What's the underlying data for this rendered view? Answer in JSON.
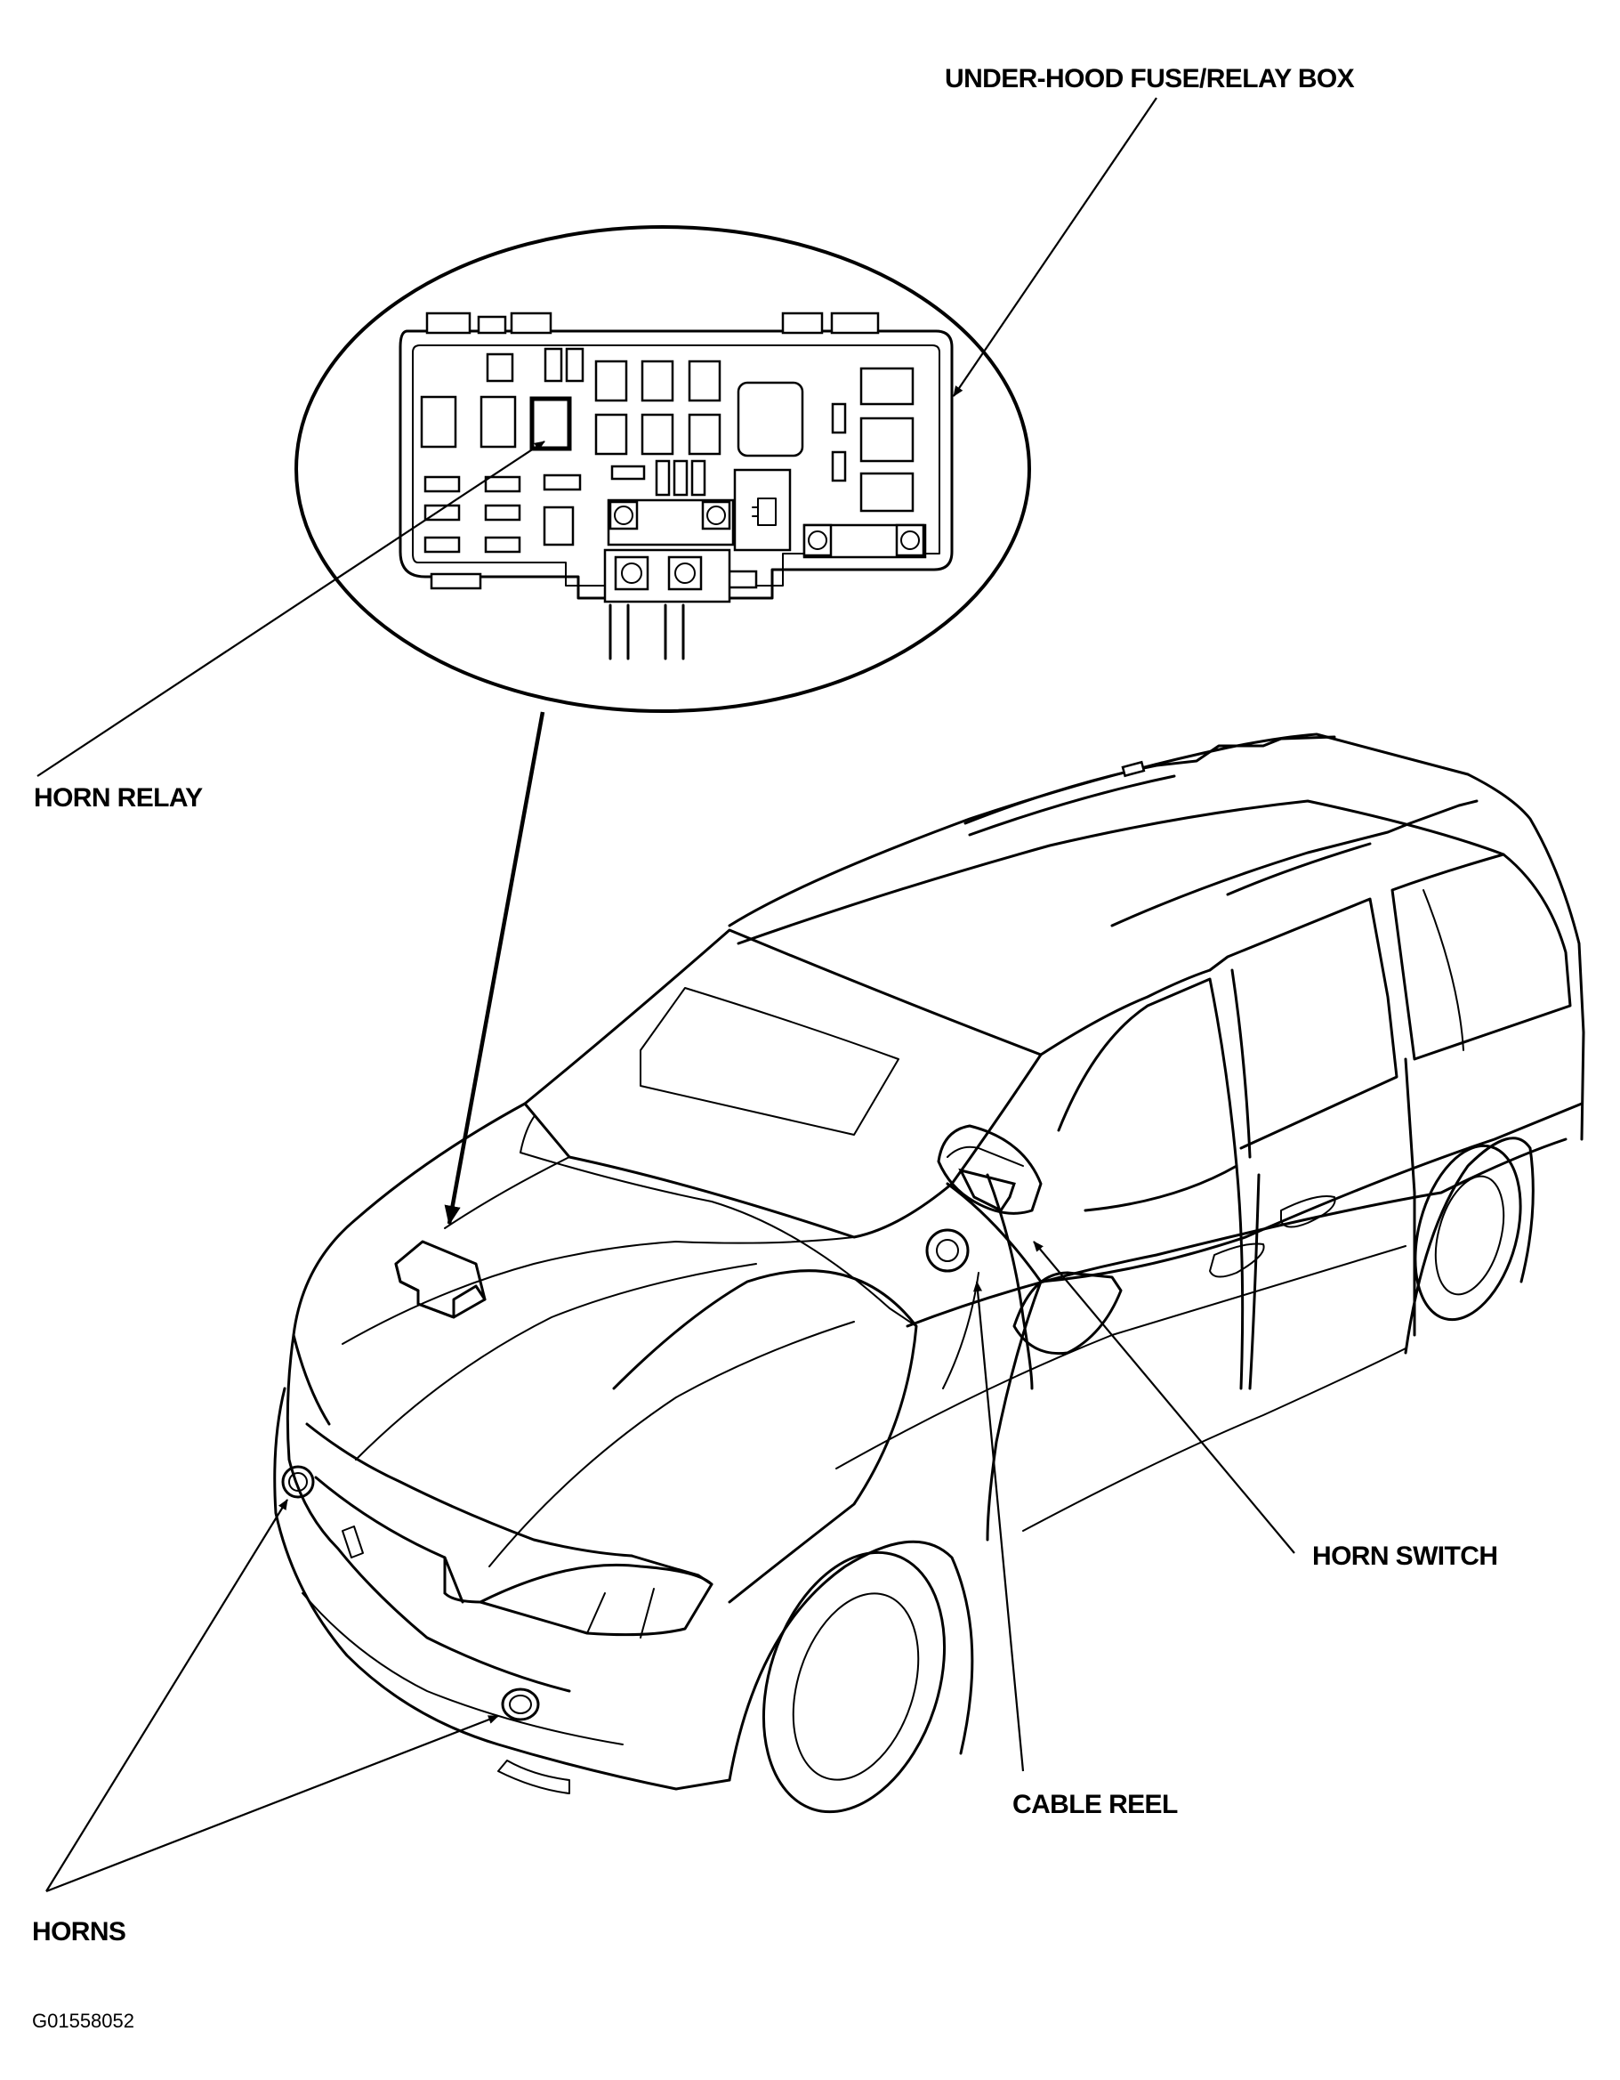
{
  "labels": {
    "fuse_box": "UNDER-HOOD FUSE/RELAY BOX",
    "horn_relay": "HORN RELAY",
    "horn_switch": "HORN SWITCH",
    "cable_reel": "CABLE REEL",
    "horns": "HORNS",
    "figure_id": "G01558052"
  }
}
